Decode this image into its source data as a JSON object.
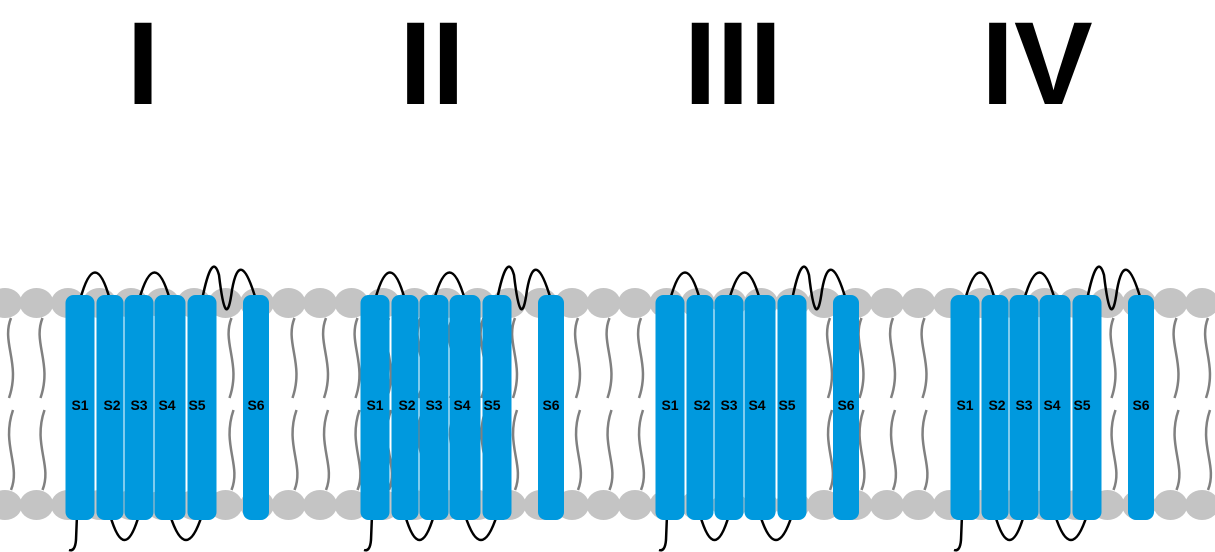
{
  "figure": {
    "domains": [
      {
        "numeral": "I",
        "segments": [
          "S1",
          "S2",
          "S3",
          "S4",
          "S5",
          "S6"
        ]
      },
      {
        "numeral": "II",
        "segments": [
          "S1",
          "S2",
          "S3",
          "S4",
          "S5",
          "S6"
        ]
      },
      {
        "numeral": "III",
        "segments": [
          "S1",
          "S2",
          "S3",
          "S4",
          "S5",
          "S6"
        ]
      },
      {
        "numeral": "IV",
        "segments": [
          "S1",
          "S2",
          "S3",
          "S4",
          "S5",
          "S6"
        ]
      }
    ],
    "colors": {
      "helix": "#0099de",
      "lipid_head": "#c4c4c4",
      "lipid_tail": "#808080",
      "loop": "#000000",
      "label": "#000000"
    }
  }
}
